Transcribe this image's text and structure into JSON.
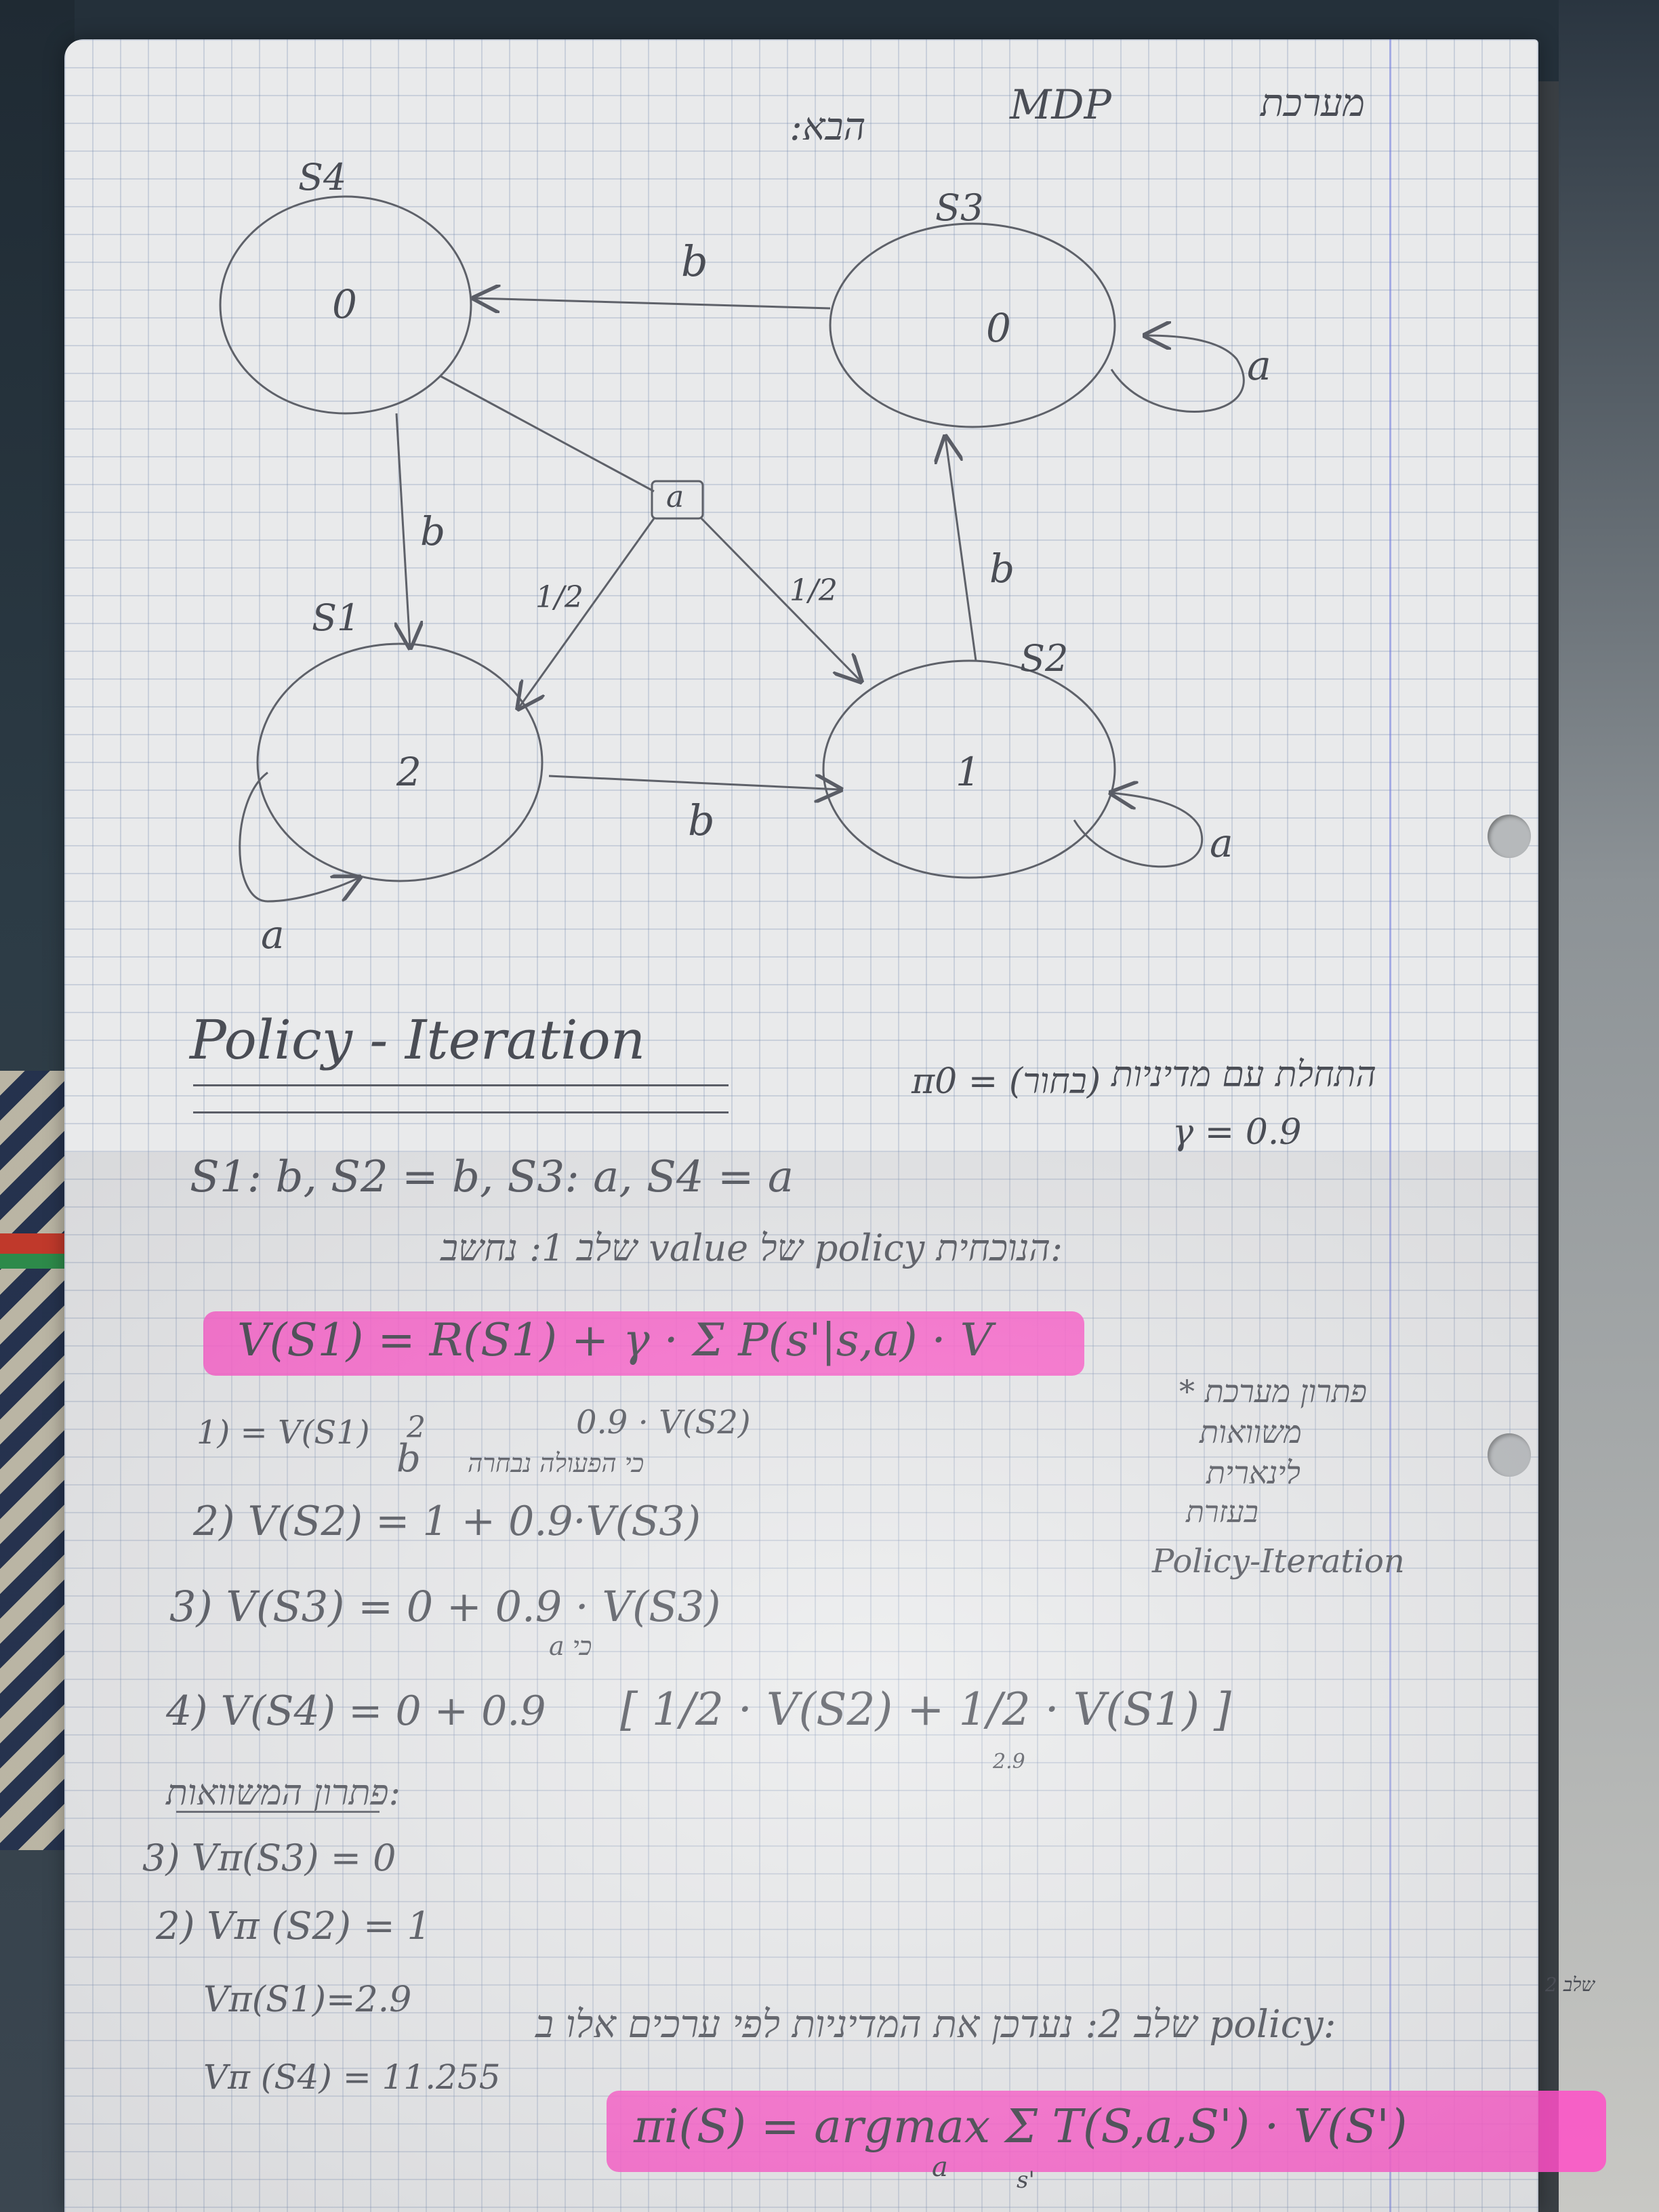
{
  "header": {
    "title_hebrew": "מערכת",
    "title_mdp": "MDP",
    "title_colon": ":הבא"
  },
  "diagram": {
    "states": [
      {
        "name": "S4",
        "reward": "0"
      },
      {
        "name": "S3",
        "reward": "0"
      },
      {
        "name": "S1",
        "reward": "2"
      },
      {
        "name": "S2",
        "reward": "1"
      }
    ],
    "chance_node_label": "a",
    "edge_labels": {
      "s3_to_s4": "b",
      "s3_self": "a",
      "s4_to_s1": "b",
      "s4_to_chance_left_prob": "1/2",
      "s4_to_chance_right_prob": "1/2",
      "s2_to_s3": "b",
      "s1_to_s2": "b",
      "s1_self": "a",
      "s2_self": "a"
    }
  },
  "policy_iteration": {
    "heading": "Policy - Iteration",
    "initial_policy_hebrew": "התחלת עם מדיניות",
    "pi0": "π0 = (בחור)",
    "gamma": "γ = 0.9",
    "policy_values": "S1: b,    S2 = b,    S3: a,    S4 = a",
    "step1_line": "שלב 1:  נחשב value של policy הנוכחית:",
    "formula": "V(S1) = R(S1) + γ · Σ P(s'|s,a) · V",
    "eq1": "1) = V(S1)",
    "eq1_b": "b",
    "eq1_note": "כי הפעולה נבחרה",
    "eq1_reward": "2",
    "eq1_term": "0.9 · V(S2)",
    "eq2": "2) V(S2) = 1 + 0.9·V(S3)",
    "eq3": "3) V(S3) = 0 + 0.9 · V(S3)",
    "eq3_note": "a כי",
    "eq4_left": "4) V(S4) = 0 + 0.9",
    "eq4_right": "[ 1/2 · V(S2) + 1/2 · V(S1) ]",
    "eq4_under": "2.9",
    "solution_heading": "פתרון המשוואות:",
    "sol1": "3)  Vπ(S3) = 0",
    "sol2": "2)  Vπ (S2) = 1",
    "sol3": "Vπ(S1)=2.9",
    "sol4": "Vπ (S4) = 11.255",
    "improve_line": "שלב 2: נעדכן את המדיניות לפי ערכים אלו ב policy:",
    "improve_corner": "2 שלב",
    "argmax_formula": "πi(S) = argmax Σ T(S,a,S') · V(S')",
    "argmax_sub_a": "a",
    "argmax_sub_s": "s'"
  },
  "side_note": {
    "line1": "* פתרון מערכת",
    "line2": "משוואות",
    "line3": "לינארית",
    "line4": "בעזרת",
    "line5": "Policy-Iteration"
  },
  "colors": {
    "highlight": "#ff4fc7",
    "ink": "#4a4d55",
    "grid": "#8ca0c0"
  }
}
